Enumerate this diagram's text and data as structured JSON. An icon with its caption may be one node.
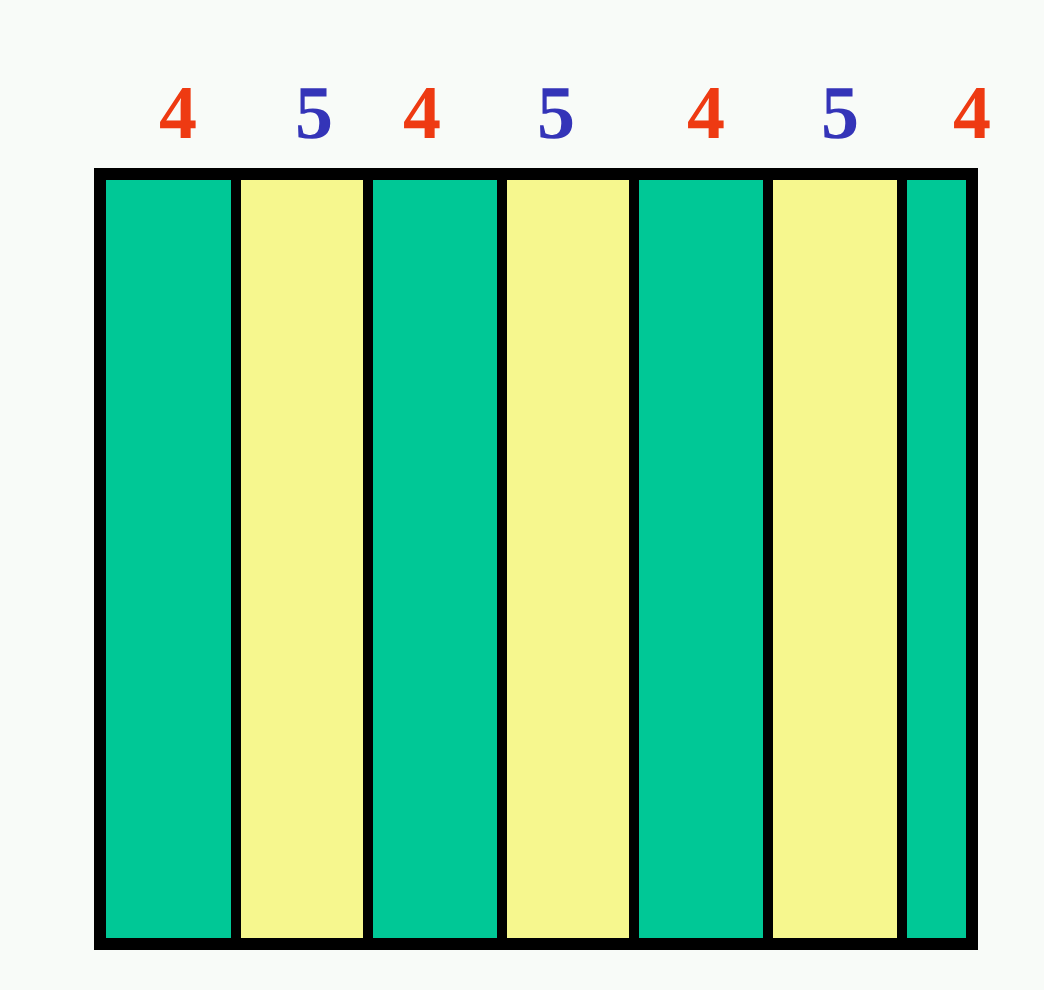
{
  "diagram": {
    "labels": [
      "4",
      "5",
      "4",
      "5",
      "4",
      "5",
      "4"
    ]
  }
}
